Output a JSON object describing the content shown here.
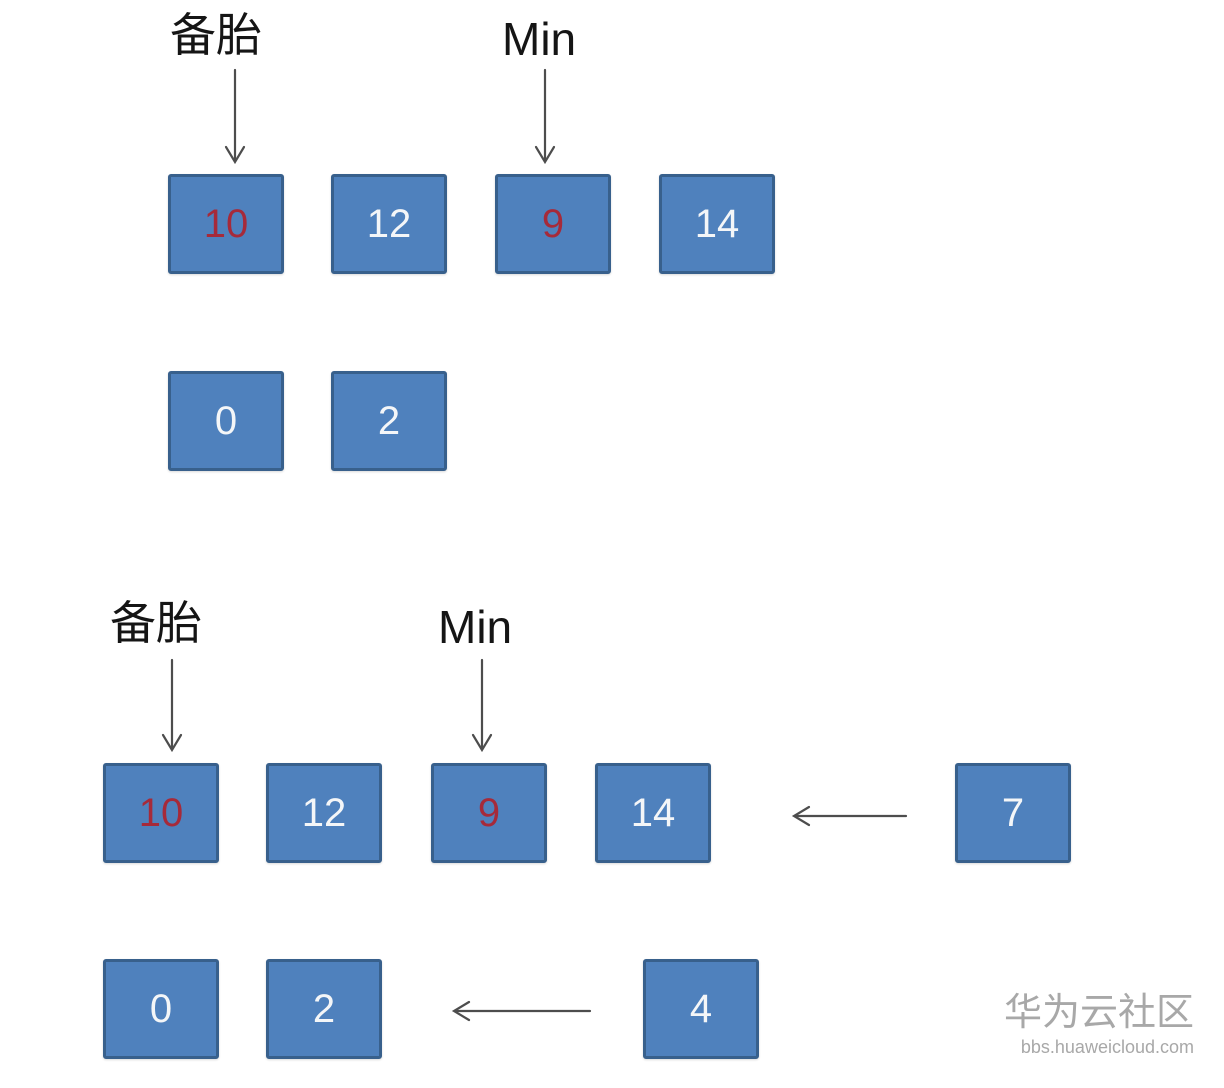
{
  "colors": {
    "box_fill": "#4f81bd",
    "box_border": "#38608c",
    "red_text": "#a62a3a",
    "white_text": "#f4f6f8",
    "arrow": "#4d4d4d",
    "watermark": "#a8a8a8"
  },
  "sections": [
    {
      "spare_label": "备胎",
      "min_label": "Min",
      "row1": [
        {
          "value": "10",
          "color": "red"
        },
        {
          "value": "12",
          "color": "white"
        },
        {
          "value": "9",
          "color": "red"
        },
        {
          "value": "14",
          "color": "white"
        }
      ],
      "row2": [
        {
          "value": "0",
          "color": "white"
        },
        {
          "value": "2",
          "color": "white"
        }
      ]
    },
    {
      "spare_label": "备胎",
      "min_label": "Min",
      "row1": [
        {
          "value": "10",
          "color": "red"
        },
        {
          "value": "12",
          "color": "white"
        },
        {
          "value": "9",
          "color": "red"
        },
        {
          "value": "14",
          "color": "white"
        }
      ],
      "incoming_row1": {
        "value": "7",
        "color": "white"
      },
      "row2": [
        {
          "value": "0",
          "color": "white"
        },
        {
          "value": "2",
          "color": "white"
        }
      ],
      "incoming_row2": {
        "value": "4",
        "color": "white"
      }
    }
  ],
  "watermark": {
    "title": "华为云社区",
    "url": "bbs.huaweicloud.com"
  }
}
